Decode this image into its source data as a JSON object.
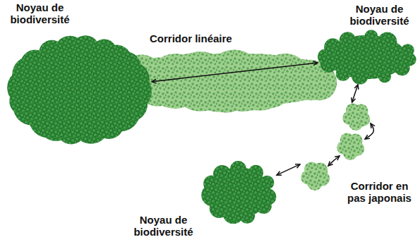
{
  "diagram": {
    "nodes": [
      {
        "text": [
          "Noyau de biodiversité"
        ]
      },
      {
        "text": [
          "Corridor linéaire"
        ]
      },
      {
        "text": [
          "Noyau de biodiversité"
        ]
      },
      {
        "text": [
          "Corridor en pas japonais"
        ]
      },
      {
        "text": [
          "Noyau de biodiversité"
        ]
      }
    ],
    "edges": [
      {
        "from": 0,
        "to": 2,
        "arrow": "both"
      },
      {
        "from": 2,
        "to": 3,
        "arrow": "both"
      },
      {
        "from": 3,
        "to": 4,
        "arrow": "both"
      }
    ]
  }
}
